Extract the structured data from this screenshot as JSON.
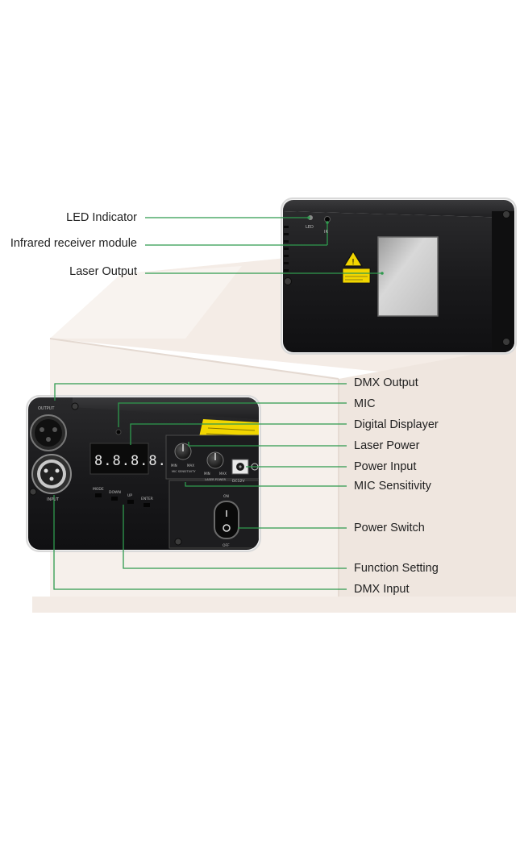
{
  "diagram": {
    "top_callouts": [
      {
        "id": "led-indicator",
        "label": "LED Indicator"
      },
      {
        "id": "infrared-receiver-module",
        "label": "Infrared receiver module"
      },
      {
        "id": "laser-output",
        "label": "Laser Output"
      }
    ],
    "bottom_callouts": [
      {
        "id": "dmx-output",
        "label": "DMX Output"
      },
      {
        "id": "mic",
        "label": "MIC"
      },
      {
        "id": "digital-displayer",
        "label": "Digital Displayer"
      },
      {
        "id": "laser-power",
        "label": "Laser Power"
      },
      {
        "id": "power-input",
        "label": "Power Input"
      },
      {
        "id": "mic-sensitivity",
        "label": "MIC Sensitivity"
      },
      {
        "id": "power-switch",
        "label": "Power Switch"
      },
      {
        "id": "function-setting",
        "label": "Function Setting"
      },
      {
        "id": "dmx-input",
        "label": "DMX Input"
      }
    ],
    "panel_markings": {
      "led_small": "LED",
      "ir_small": "IR",
      "output_port": "OUTPUT",
      "input_port": "INPUT",
      "display_digits": "8.8.8.8.",
      "mode_button": "MODE",
      "down_button": "DOWN",
      "up_button": "UP",
      "enter_button": "ENTER",
      "mic_knob_min": "MIN",
      "mic_knob_max": "MAX",
      "mic_knob_caption": "MIC SENSITIVITY",
      "laser_knob_min": "MIN",
      "laser_knob_max": "MAX",
      "laser_knob_caption": "LASER POWER",
      "dc_label": "DC12V",
      "switch_on": "ON",
      "switch_off": "OFF"
    },
    "colors": {
      "leader_line": "#2f9a4e",
      "device_body": "#1c1c1e",
      "inset_border": "#dcdcdc",
      "box_cream": "#f5eee8",
      "warning_yellow": "#f2d600"
    }
  }
}
